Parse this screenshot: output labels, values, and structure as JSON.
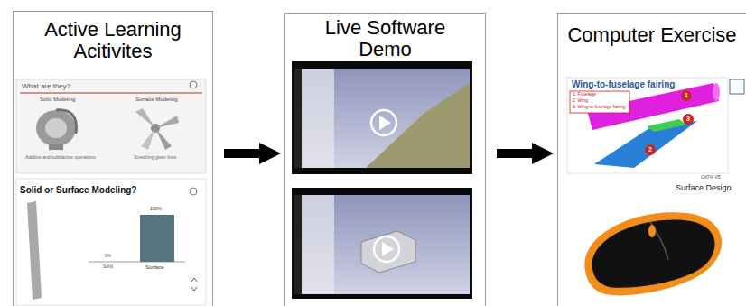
{
  "diagram": {
    "nodes": [
      {
        "text": [
          "Active Learning Acitivites"
        ]
      },
      {
        "text": [
          "Live Software Demo"
        ]
      },
      {
        "text": [
          "Computer Exercise"
        ]
      }
    ],
    "edges": [
      {
        "from": 0,
        "to": 1,
        "arrow": "to"
      },
      {
        "from": 1,
        "to": 2,
        "arrow": "to"
      }
    ],
    "labels": [
      "What are they?",
      "Solid Modeling",
      "Surface Modeling",
      "Additive and subtractive operations",
      "Stretching given lines",
      "Solid or Surface Modeling?",
      "100%",
      "0%",
      "Solid",
      "Surface",
      "Wing-to-fuselage fairing",
      "1: Fuselage",
      "2: Wing",
      "3: Wing-to-fuselage fairing",
      "1",
      "3",
      "2",
      "CATIA V5",
      "Surface Design"
    ]
  }
}
